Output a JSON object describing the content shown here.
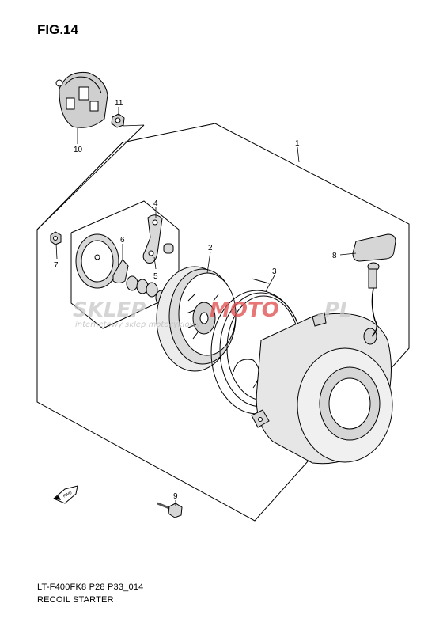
{
  "figure": {
    "title": "FIG.14",
    "model_code": "LT-F400FK8 P28 P33_014",
    "name": "RECOIL STARTER"
  },
  "callouts": [
    "1",
    "2",
    "3",
    "4",
    "5",
    "6",
    "7",
    "8",
    "9",
    "10",
    "11"
  ],
  "fwd_arrow": {
    "label": "FWD",
    "icon": "fwd-arrow-icon"
  },
  "watermark": {
    "brand_left": "SKLEP",
    "brand_mid": "MOTO",
    "brand_right": ".PL",
    "tagline": "internetowy sklep motocyklowy",
    "colors": {
      "grey": "#c8c8c8",
      "red": "#e04a4a"
    }
  }
}
